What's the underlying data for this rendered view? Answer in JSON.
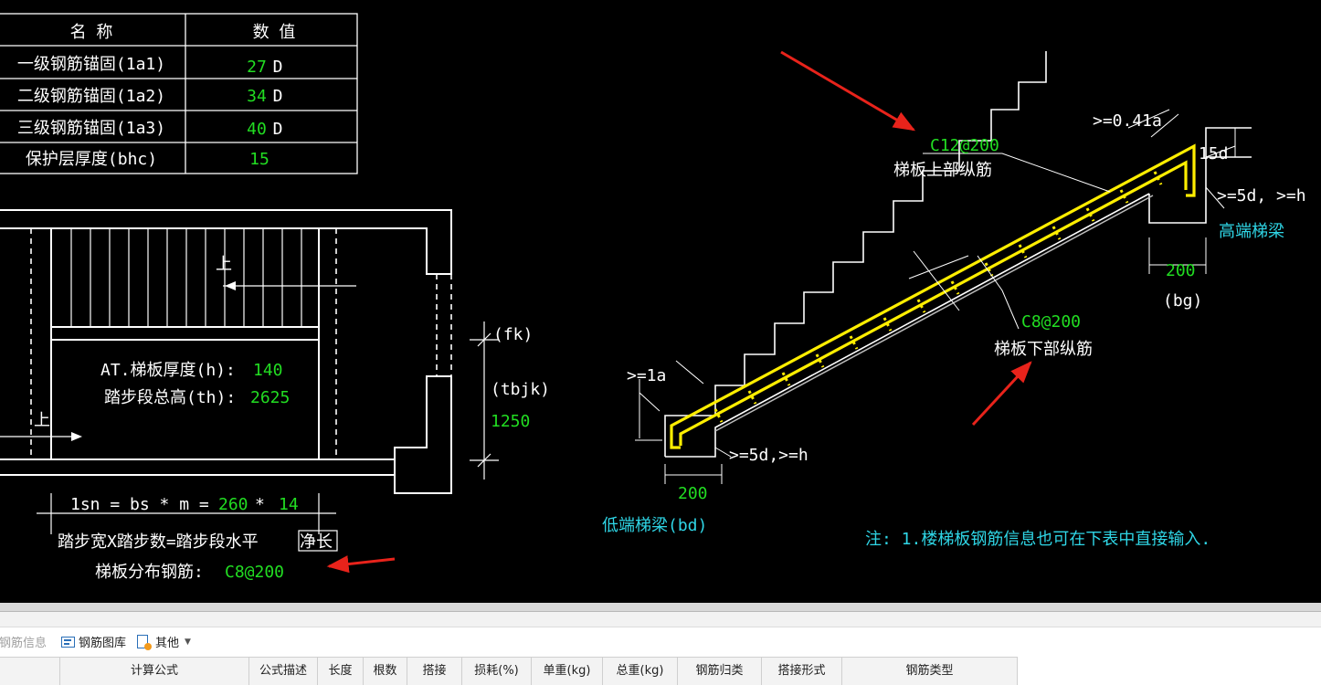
{
  "table": {
    "header": [
      "名 称",
      "数 值"
    ],
    "rows": [
      {
        "name": "一级钢筋锚固(1a1)",
        "value": "27",
        "unit": "D"
      },
      {
        "name": "二级钢筋锚固(1a2)",
        "value": "34",
        "unit": "D"
      },
      {
        "name": "三级钢筋锚固(1a3)",
        "value": "40",
        "unit": "D"
      },
      {
        "name": "保护层厚度(bhc)",
        "value": "15",
        "unit": ""
      }
    ]
  },
  "plan": {
    "up_label": "上",
    "up_label2": "上",
    "thickness_label": "AT.梯板厚度(h):",
    "thickness_value": "140",
    "height_label": "踏步段总高(th):",
    "height_value": "2625",
    "fk": "(fk)",
    "tbjk": "(tbjk)",
    "tbjk_value": "1250",
    "lsn_prefix": "1sn = bs * m =",
    "lsn_bs": "260",
    "lsn_times": "*",
    "lsn_m": "14",
    "step_formula_a": "踏步宽X踏步数=踏步段水平",
    "step_formula_b": "净长",
    "dist_label": "梯板分布钢筋:",
    "dist_value": "C8@200"
  },
  "section": {
    "top_bar_value": "C12@200",
    "top_bar_label": "梯板上部纵筋",
    "bottom_bar_value": "C8@200",
    "bottom_bar_label": "梯板下部纵筋",
    "dim_04la": ">=0.41a",
    "dim_15d": "15d",
    "dim_5d_high": ">=5d, >=h",
    "high_beam": "高端梯梁",
    "high_width": "200",
    "high_bg": "(bg)",
    "dim_la": ">=1a",
    "dim_5d_low": ">=5d,>=h",
    "low_width": "200",
    "low_beam": "低端梯梁(bd)",
    "note": "注: 1.楼梯板钢筋信息也可在下表中直接输入."
  },
  "toolbar": {
    "rebar_info": "钢筋信息",
    "rebar_lib": "钢筋图库",
    "other": "其他"
  },
  "grid": {
    "columns": [
      "",
      "计算公式",
      "公式描述",
      "长度",
      "根数",
      "搭接",
      "损耗(%)",
      "单重(kg)",
      "总重(kg)",
      "钢筋归类",
      "搭接形式",
      "钢筋类型"
    ]
  },
  "colors": {
    "canvas": "#000000",
    "cad_green": "#22dd22",
    "cad_cyan": "#2fd6e6",
    "rebar_yellow": "#ffee00",
    "arrow_red": "#e8231b"
  }
}
